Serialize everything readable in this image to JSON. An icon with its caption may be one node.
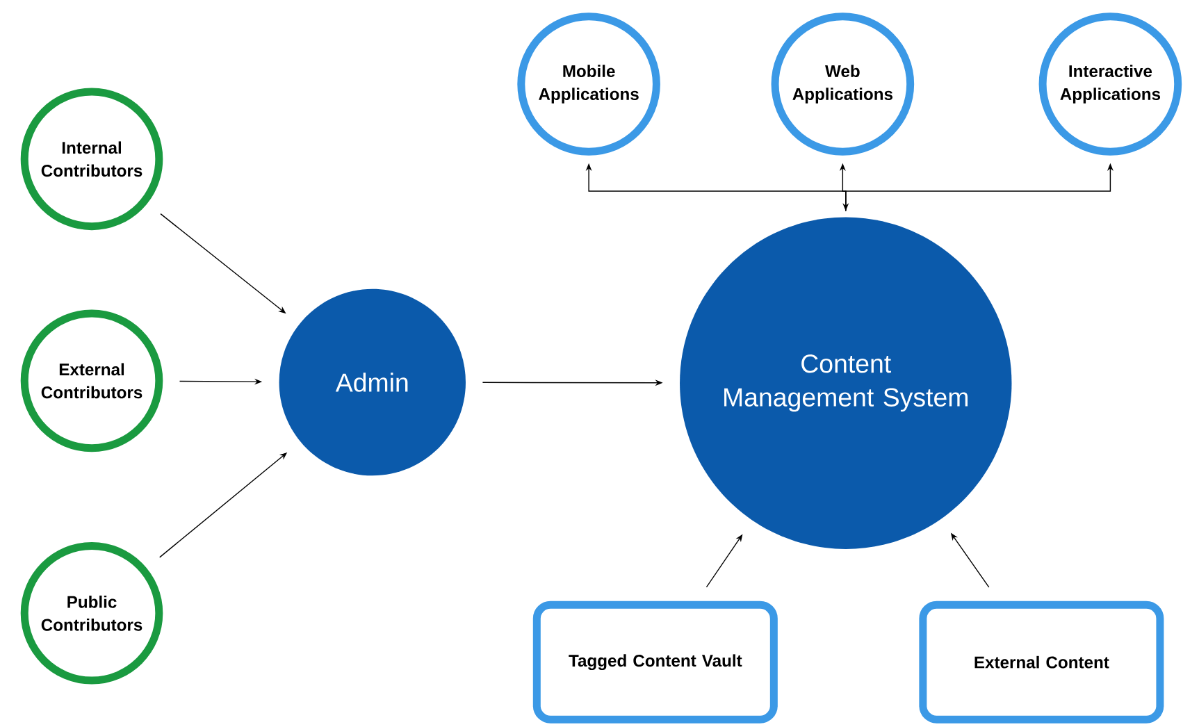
{
  "diagram": {
    "nodes": [
      {
        "text": [
          "Internal Contributors"
        ]
      },
      {
        "text": [
          "External Contributors"
        ]
      },
      {
        "text": [
          "Public Contributors"
        ]
      },
      {
        "text": [
          "Admin"
        ]
      },
      {
        "text": [
          "Mobile Applications"
        ]
      },
      {
        "text": [
          "Web Applications"
        ]
      },
      {
        "text": [
          "Interactive Applications"
        ]
      },
      {
        "text": [
          "Content Management System"
        ]
      },
      {
        "text": [
          "Tagged Content Vault"
        ]
      },
      {
        "text": [
          "External Content"
        ]
      }
    ],
    "edges": [
      {
        "from": 0,
        "to": 3,
        "arrow": "to"
      },
      {
        "from": 1,
        "to": 3,
        "arrow": "to"
      },
      {
        "from": 2,
        "to": 3,
        "arrow": "to"
      },
      {
        "from": 3,
        "to": 7,
        "arrow": "to"
      },
      {
        "from": 7,
        "to": 4,
        "arrow": "to"
      },
      {
        "from": 7,
        "to": 5,
        "arrow": "both"
      },
      {
        "from": 7,
        "to": 6,
        "arrow": "to"
      },
      {
        "from": 8,
        "to": 7,
        "arrow": "to"
      },
      {
        "from": 9,
        "to": 7,
        "arrow": "to"
      }
    ]
  }
}
